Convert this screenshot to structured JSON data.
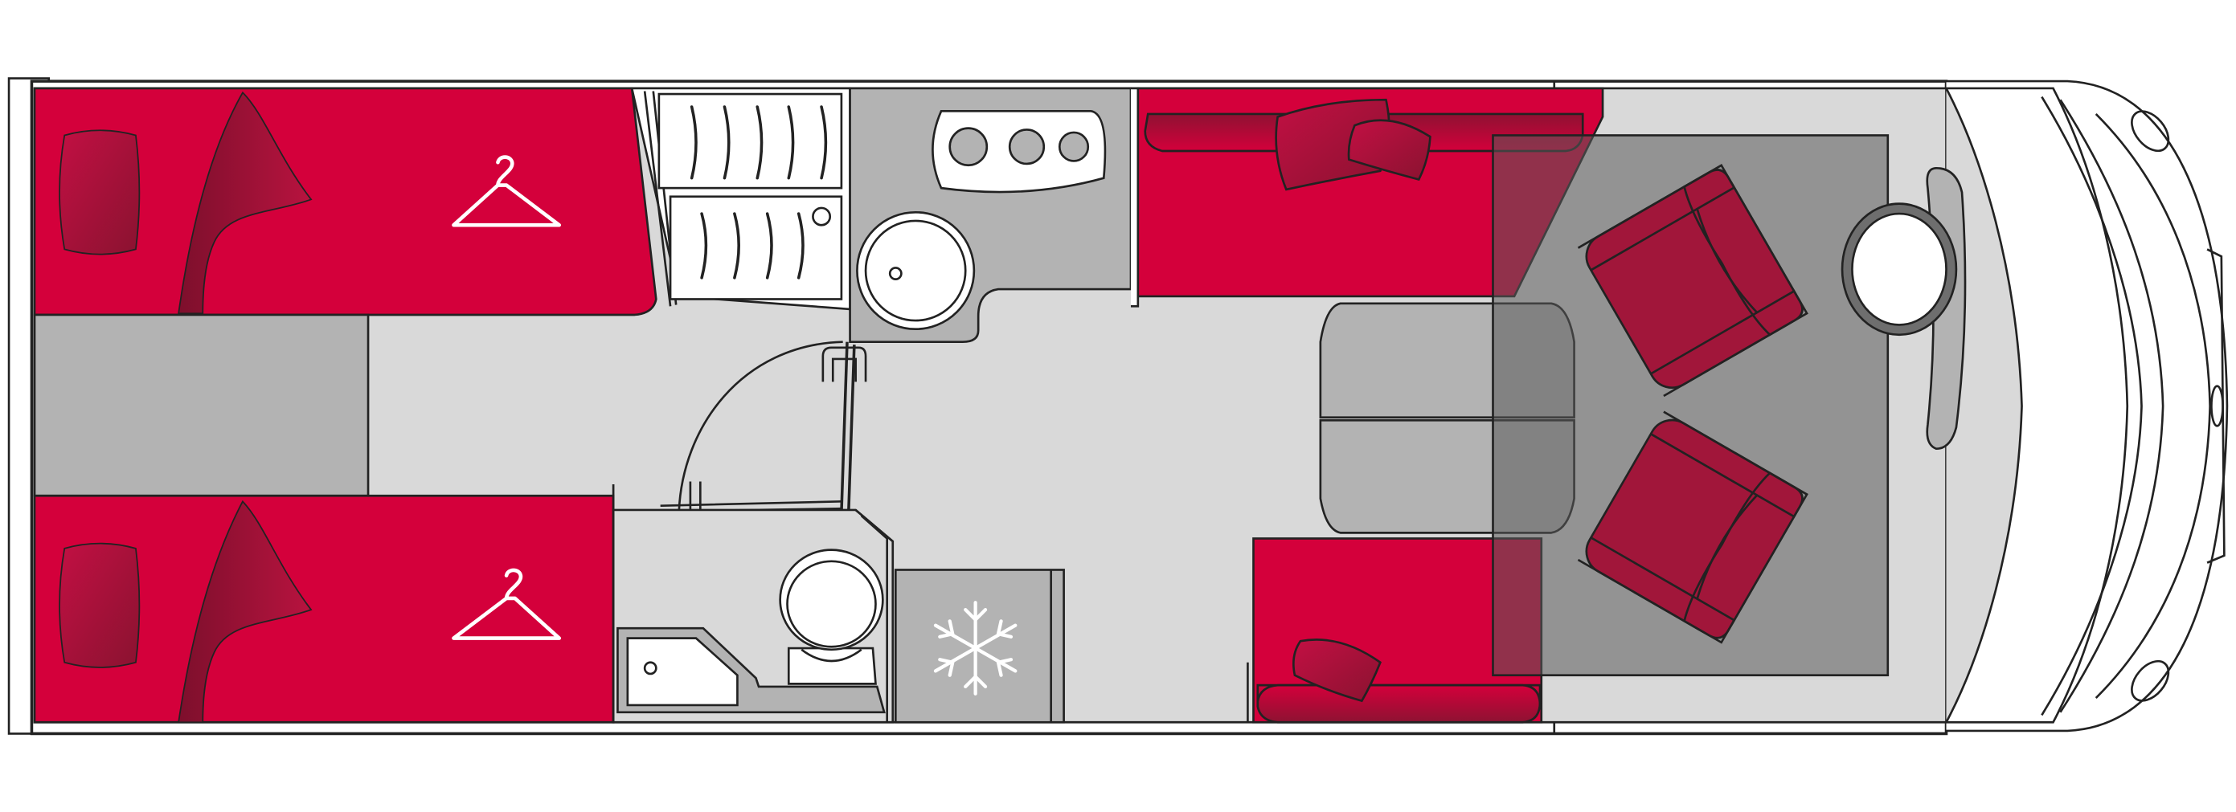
{
  "diagram": {
    "type": "motorhome-floor-plan",
    "colors": {
      "outline": "#222222",
      "floor": "#d9d9d9",
      "counter": "#b3b3b3",
      "upholstery": "#d4003b",
      "cushion": "#a1163a",
      "white": "#ffffff",
      "cab_overlay": "#6e6e6e"
    },
    "icons": [
      "hanger-icon",
      "hanger-icon",
      "snowflake-icon",
      "pillow-icon",
      "cooktop-burner-icon",
      "sink-icon",
      "toilet-icon",
      "steering-wheel-icon",
      "armchair-icon"
    ],
    "rooms": [
      "bedroom-left-upper",
      "bedroom-left-lower",
      "wardrobe",
      "kitchen",
      "bathroom",
      "fridge",
      "dinette",
      "cab"
    ]
  }
}
